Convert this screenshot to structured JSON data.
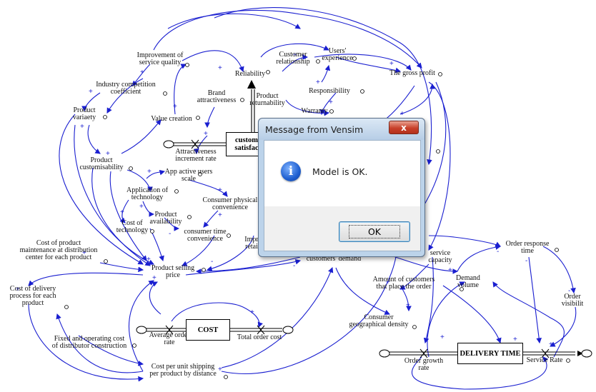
{
  "diagram": {
    "variables": [
      {
        "id": "improvement_service_quality",
        "text": "Improvement of\nservice quality"
      },
      {
        "id": "industry_competition",
        "text": "Industry competition\ncoefficient"
      },
      {
        "id": "product_variaety",
        "text": "Product\nvariaety"
      },
      {
        "id": "value_creation",
        "text": "Value creation"
      },
      {
        "id": "brand_attractiveness",
        "text": "Brand\nattractiveness"
      },
      {
        "id": "reliability",
        "text": "Reliability"
      },
      {
        "id": "customer_relationship",
        "text": "Customer\nrelationship"
      },
      {
        "id": "users_experience",
        "text": "Users'\nexperience"
      },
      {
        "id": "the_gross_profit",
        "text": "The gross profit"
      },
      {
        "id": "responsibility",
        "text": "Responsibility"
      },
      {
        "id": "product_returnability",
        "text": "Product\nreturnability"
      },
      {
        "id": "warranty",
        "text": "Warranty"
      },
      {
        "id": "attractiveness_increment_rate",
        "text": "Attractiveness\nincrement rate"
      },
      {
        "id": "product_customisability",
        "text": "Product\ncustomisability"
      },
      {
        "id": "app_active_users_scale",
        "text": "App active users\nscale"
      },
      {
        "id": "application_of_technology",
        "text": "Application of\ntechnology"
      },
      {
        "id": "product_availability",
        "text": "Product\navailability"
      },
      {
        "id": "consumer_physical_convenience",
        "text": "Consumer physical\nconvenience"
      },
      {
        "id": "cost_of_technology",
        "text": "Cost of\ntechnology"
      },
      {
        "id": "consumer_time_convenience",
        "text": "consumer time\nconvenience"
      },
      {
        "id": "impr_retail",
        "text": "Impr\nretai"
      },
      {
        "id": "cost_product_maintenance",
        "text": "Cost of product\nmaintenance at distribution\ncenter for each product"
      },
      {
        "id": "product_selling_price",
        "text": "Product selling\nprice"
      },
      {
        "id": "customers_demand",
        "text": "customers' demand"
      },
      {
        "id": "service_capacity",
        "text": "service\ncapacity"
      },
      {
        "id": "cost_delivery_process",
        "text": "Cost of delivery\nprocess for each\nproduct"
      },
      {
        "id": "amount_customers_place_order",
        "text": "Amount of customers\nthat place the order"
      },
      {
        "id": "demand_volume",
        "text": "Demand\nvolume"
      },
      {
        "id": "order_response_time",
        "text": "Order response\ntime"
      },
      {
        "id": "order_visibility",
        "text": "Order visibilit"
      },
      {
        "id": "average_order_rate",
        "text": "Average order\nrate"
      },
      {
        "id": "total_order_cost",
        "text": "Total order cost"
      },
      {
        "id": "consumer_geographical_density",
        "text": "Consumer\ngeographical density"
      },
      {
        "id": "fixed_operating_cost",
        "text": "Fixed and operating cost\nof distributor construction"
      },
      {
        "id": "cost_per_unit_shipping",
        "text": "Cost per unit shipping\nper product by distance"
      },
      {
        "id": "order_growth_rate",
        "text": "Order growth\nrate"
      },
      {
        "id": "service_rate",
        "text": "Service Rate"
      }
    ],
    "stocks": [
      {
        "id": "customer_satisfaction",
        "text": "custom\nsatisfac"
      },
      {
        "id": "cost",
        "text": "COST"
      },
      {
        "id": "delivery_time",
        "text": "DELIVERY TIME"
      }
    ]
  },
  "dialog": {
    "title": "Message from Vensim",
    "close_label": "x",
    "icon": "information-icon",
    "message": "Model is OK.",
    "ok_label": "OK"
  },
  "colors": {
    "link": "#1a1fd0",
    "dialog_frame": "#bcd3ea",
    "close_button": "#c8412b"
  }
}
